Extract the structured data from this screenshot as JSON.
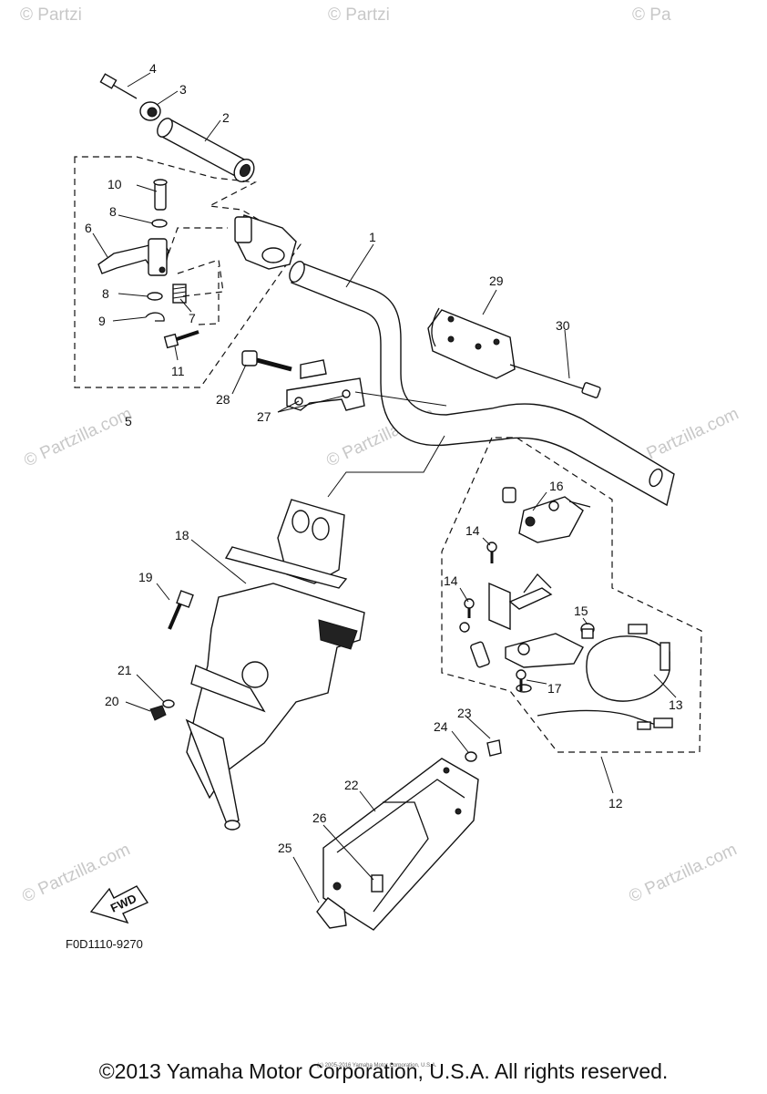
{
  "watermark": {
    "text": "© Partzilla.com",
    "corner_text": "© Partzi",
    "corner_text_right": "© Pa"
  },
  "callouts": [
    "1",
    "2",
    "3",
    "4",
    "5",
    "6",
    "7",
    "8",
    "8",
    "9",
    "10",
    "11",
    "12",
    "13",
    "14",
    "14",
    "15",
    "16",
    "17",
    "18",
    "19",
    "20",
    "21",
    "22",
    "23",
    "24",
    "25",
    "26",
    "27",
    "28",
    "29",
    "30"
  ],
  "diagram_code": "F0D1110-9270",
  "fwd_label": "FWD",
  "tiny_copyright": "(c) 2005-2016 Yamaha Motor Corporation, U.S.A.",
  "copyright": "©2013 Yamaha Motor Corporation, U.S.A. All rights reserved."
}
